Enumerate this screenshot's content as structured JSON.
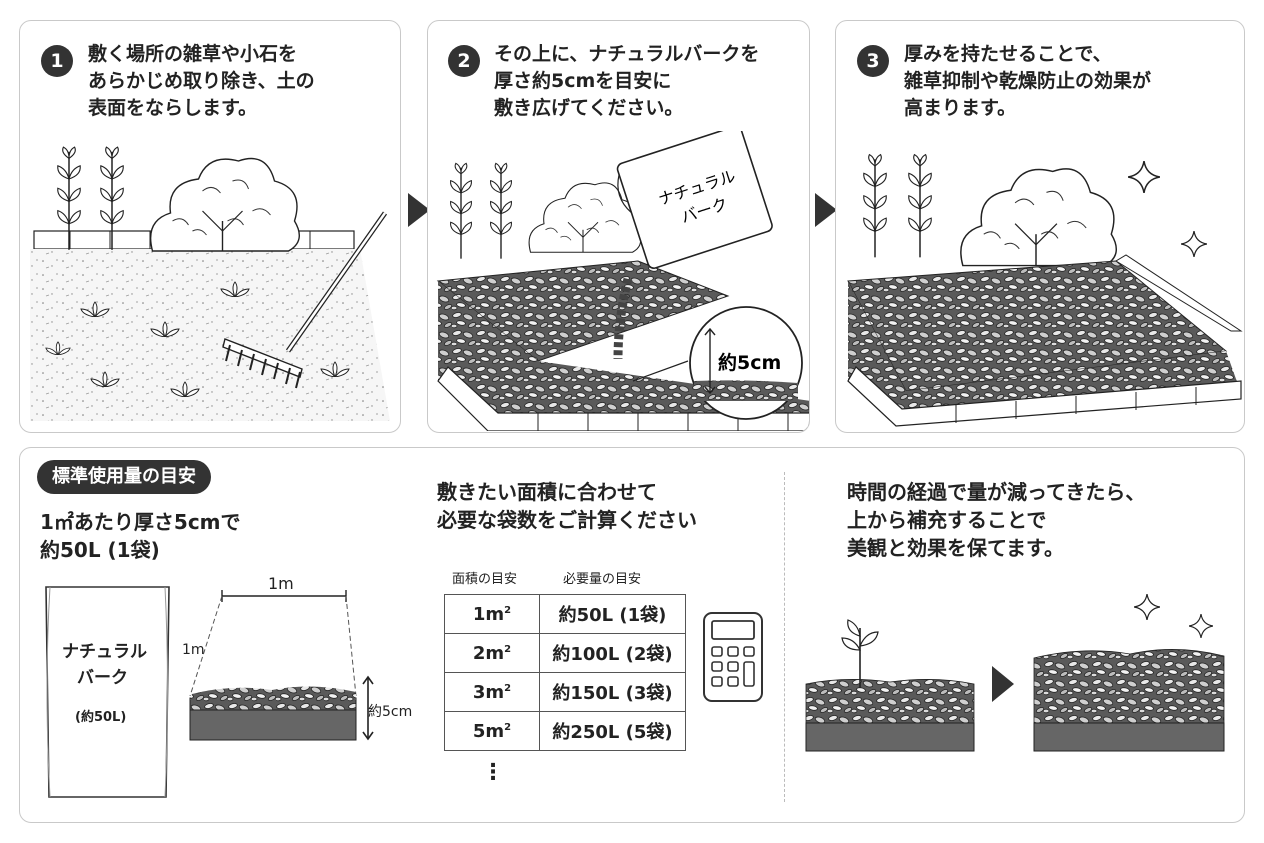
{
  "steps": [
    {
      "num": "1",
      "line1": "敷く場所の雑草や小石を",
      "line2": "あらかじめ取り除き、土の",
      "line3": "表面をならします。"
    },
    {
      "num": "2",
      "line1": "その上に、ナチュラルバークを",
      "line2": "厚さ約5cmを目安に",
      "line3": "敷き広げてください。",
      "bag_line1": "ナチュラル",
      "bag_line2": "バーク",
      "depth_label": "約5cm"
    },
    {
      "num": "3",
      "line1": "厚みを持たせることで、",
      "line2": "雑草抑制や乾燥防止の効果が",
      "line3": "高まります。"
    }
  ],
  "guide": {
    "badge": "標準使用量の目安",
    "line1": "1㎡あたり厚さ5cmで",
    "line2": "約50L (1袋)",
    "bag_line1": "ナチュラル",
    "bag_line2": "バーク",
    "bag_volume": "(約50L)",
    "width_label": "1m",
    "depth_side_label": "1m",
    "thickness_label": "約5cm"
  },
  "calculator": {
    "line1": "敷きたい面積に合わせて",
    "line2": "必要な袋数をご計算ください",
    "col_area": "面積の目安",
    "col_amount": "必要量の目安",
    "rows": [
      {
        "area": "1m",
        "amount": "約50L (1袋)"
      },
      {
        "area": "2m",
        "amount": "約100L (2袋)"
      },
      {
        "area": "3m",
        "amount": "約150L (3袋)"
      },
      {
        "area": "5m",
        "amount": "約250L (5袋)"
      }
    ],
    "area_unit_sup": "2",
    "ellipsis": "⋮",
    "icon": "calculator-icon"
  },
  "refill": {
    "line1": "時間の経過で量が減ってきたら、",
    "line2": "上から補充することで",
    "line3": "美観と効果を保てます。"
  }
}
